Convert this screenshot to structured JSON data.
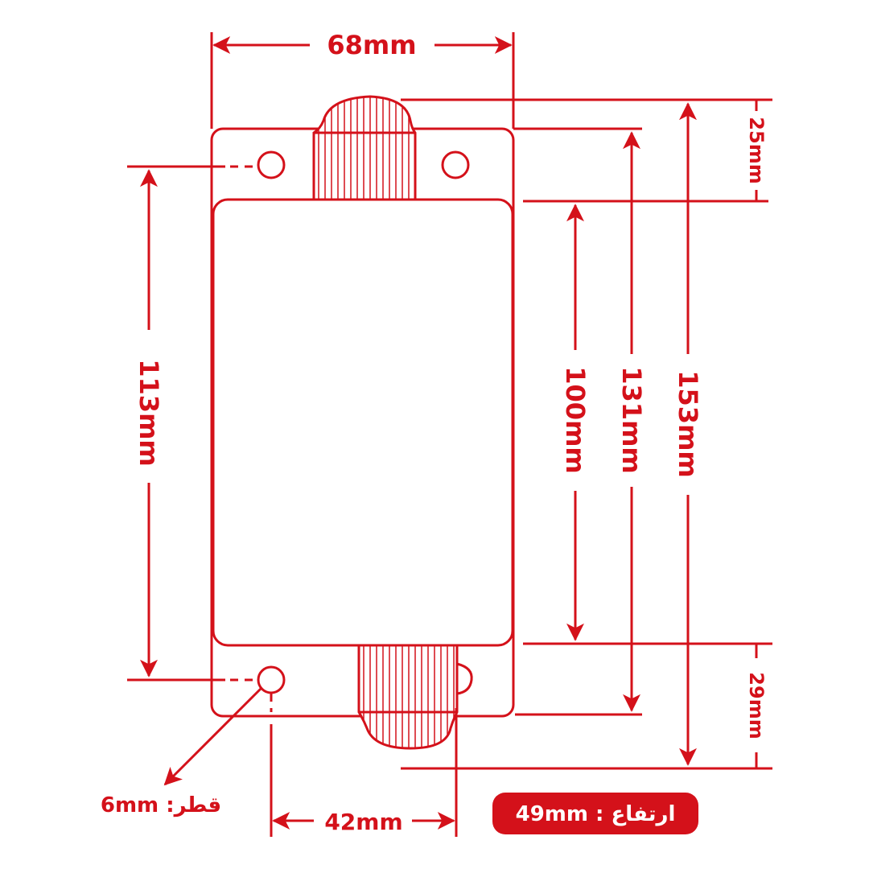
{
  "colors": {
    "accent": "#d4111a",
    "background": "#ffffff",
    "badge_text": "#ffffff"
  },
  "dimensions": {
    "width_total": "68mm",
    "height_body": "131mm",
    "height_total": "153mm",
    "height_inner": "100mm",
    "mounting_hole_spacing_vertical": "113mm",
    "mounting_hole_spacing_horizontal": "42mm",
    "top_gland_extension": "25mm",
    "bottom_gland_extension": "29mm"
  },
  "notes": {
    "hole_diameter": "قطر: 6mm",
    "height_badge": "ارتفاع : 49mm"
  }
}
